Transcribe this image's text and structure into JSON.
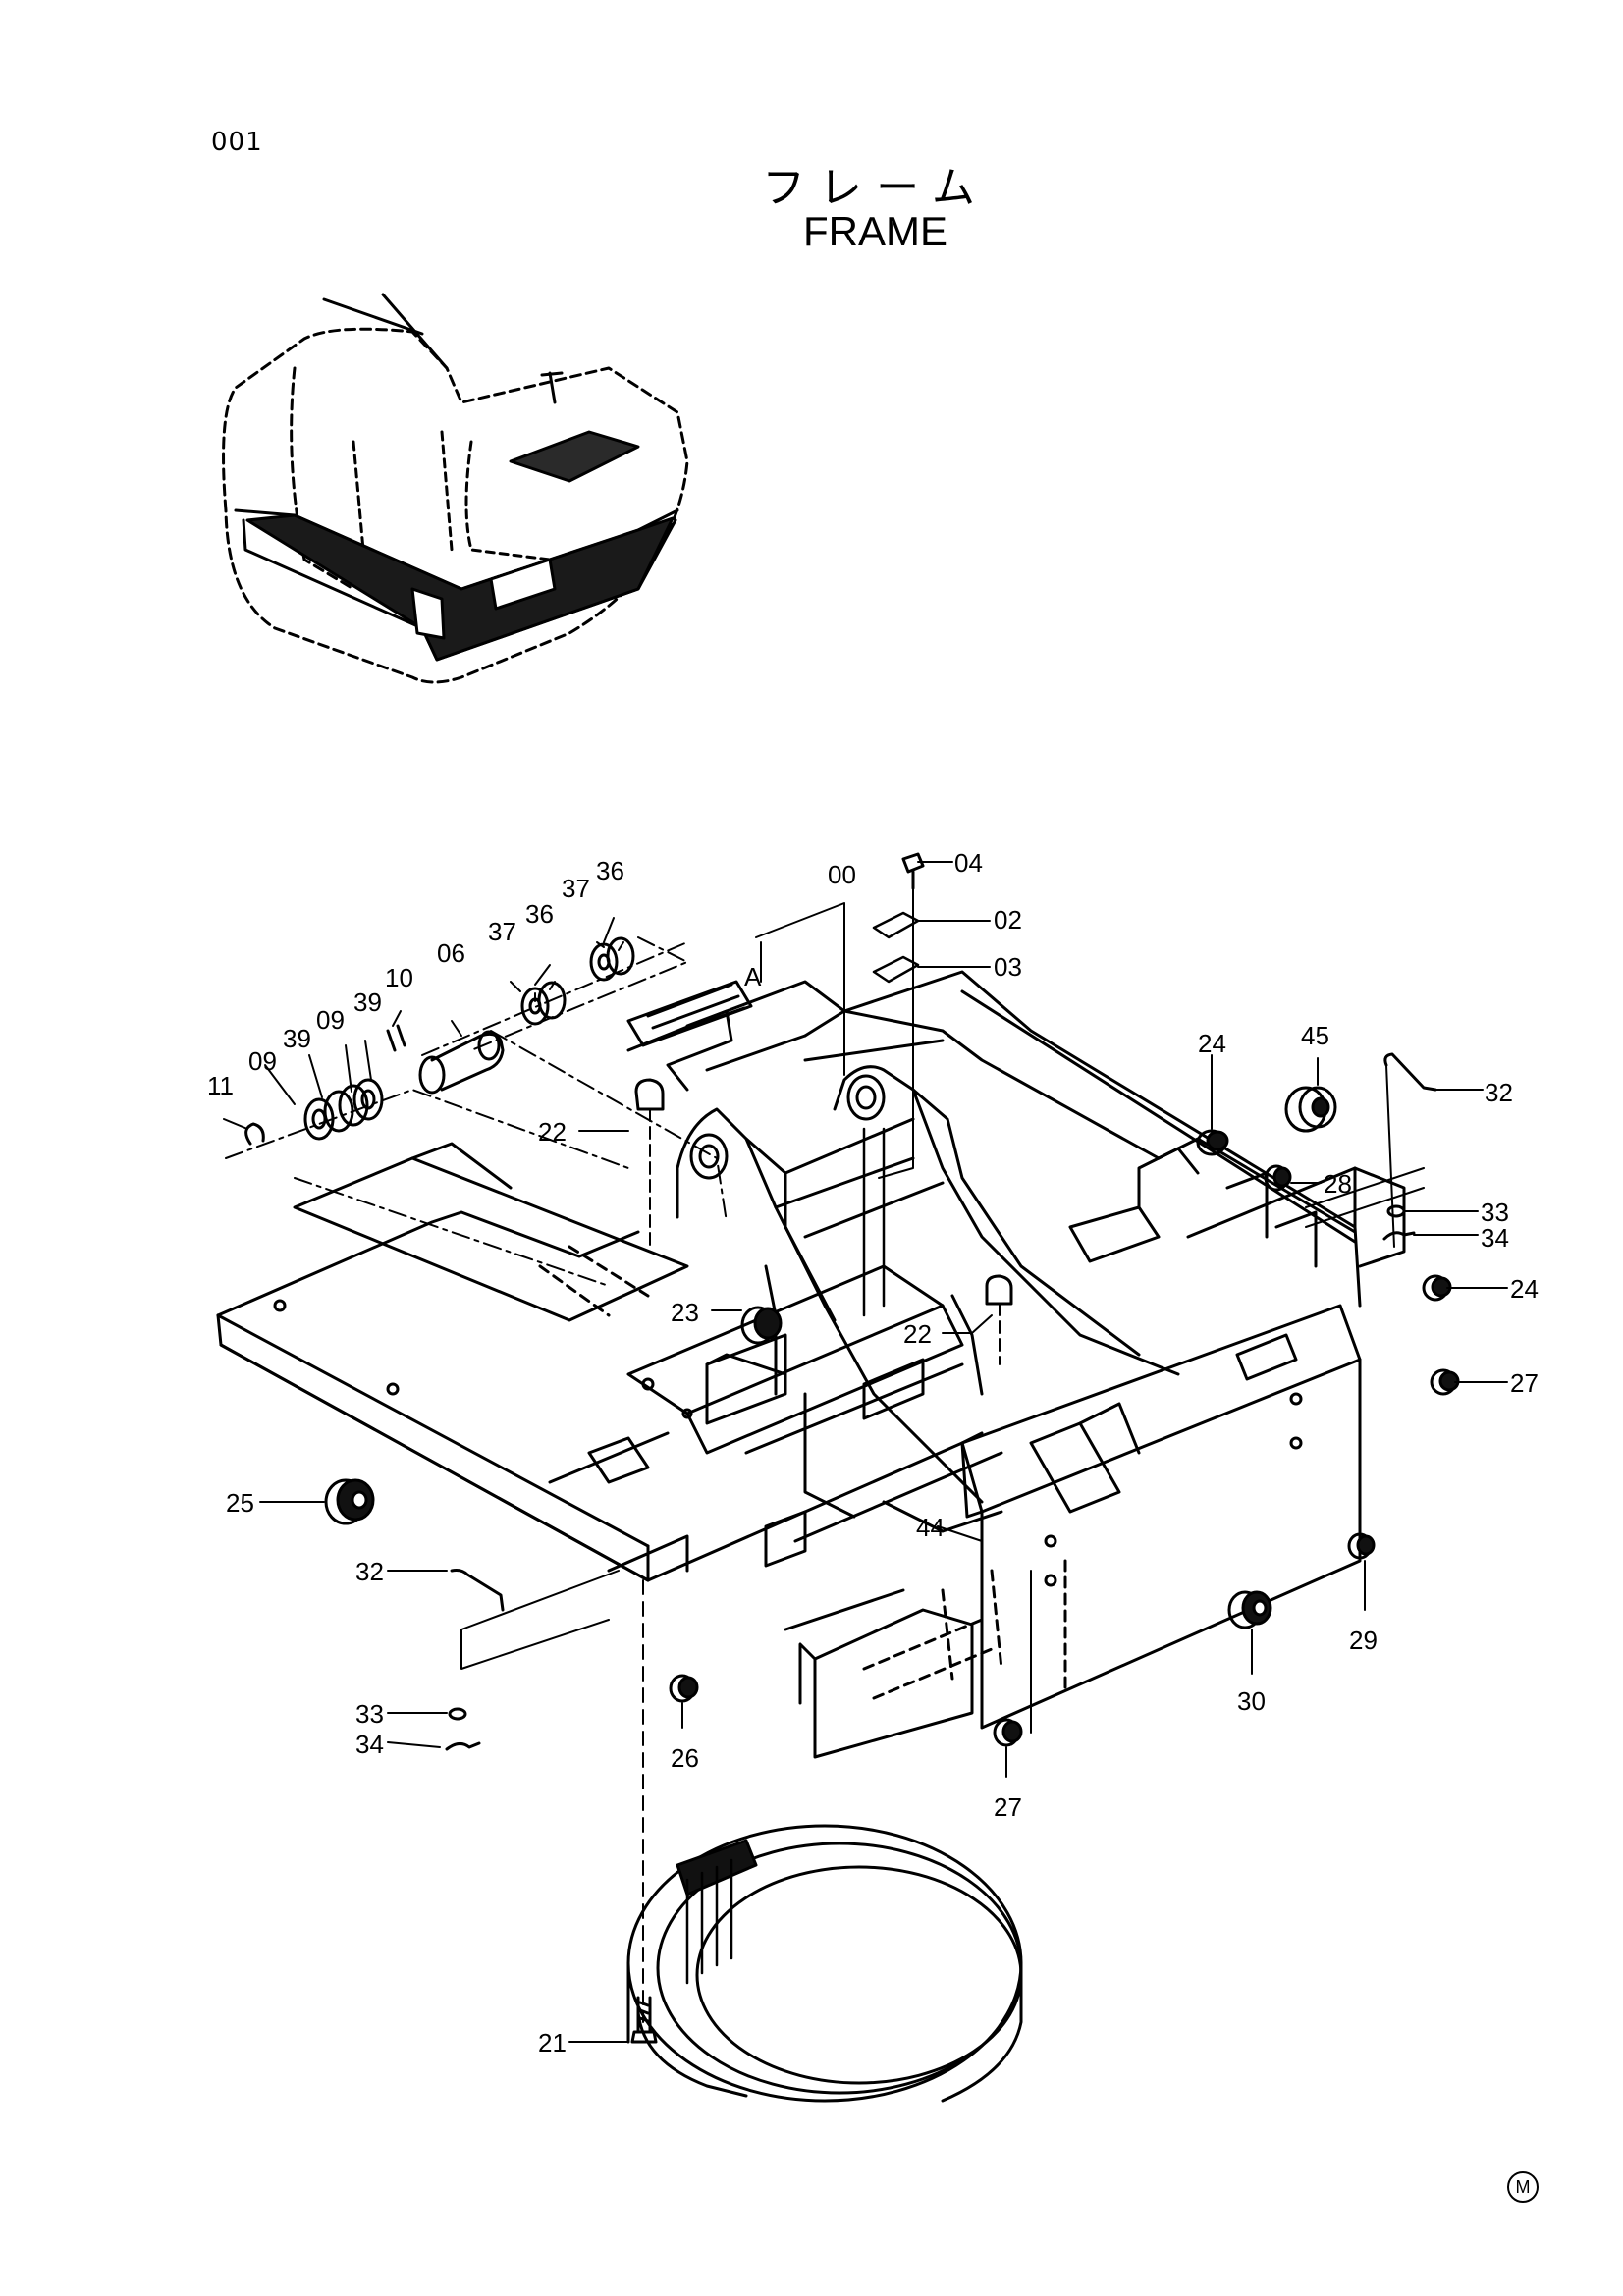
{
  "header": {
    "page_code": "001",
    "title_jp": "フレーム",
    "title_en": "FRAME"
  },
  "callouts": [
    {
      "id": "c00",
      "label": "00"
    },
    {
      "id": "c04",
      "label": "04"
    },
    {
      "id": "c02",
      "label": "02"
    },
    {
      "id": "c03",
      "label": "03"
    },
    {
      "id": "cA",
      "label": "A"
    },
    {
      "id": "c36a",
      "label": "36"
    },
    {
      "id": "c37a",
      "label": "37"
    },
    {
      "id": "c36b",
      "label": "36"
    },
    {
      "id": "c37b",
      "label": "37"
    },
    {
      "id": "c06",
      "label": "06"
    },
    {
      "id": "c10",
      "label": "10"
    },
    {
      "id": "c39a",
      "label": "39"
    },
    {
      "id": "c09a",
      "label": "09"
    },
    {
      "id": "c39b",
      "label": "39"
    },
    {
      "id": "c09b",
      "label": "09"
    },
    {
      "id": "c11",
      "label": "11"
    },
    {
      "id": "c22a",
      "label": "22"
    },
    {
      "id": "c24a",
      "label": "24"
    },
    {
      "id": "c45",
      "label": "45"
    },
    {
      "id": "c32a",
      "label": "32"
    },
    {
      "id": "c28",
      "label": "28"
    },
    {
      "id": "c33a",
      "label": "33"
    },
    {
      "id": "c34a",
      "label": "34"
    },
    {
      "id": "c24b",
      "label": "24"
    },
    {
      "id": "c23",
      "label": "23"
    },
    {
      "id": "c22b",
      "label": "22"
    },
    {
      "id": "c27a",
      "label": "27"
    },
    {
      "id": "c25",
      "label": "25"
    },
    {
      "id": "c44",
      "label": "44"
    },
    {
      "id": "c32b",
      "label": "32"
    },
    {
      "id": "c29",
      "label": "29"
    },
    {
      "id": "c30",
      "label": "30"
    },
    {
      "id": "c33b",
      "label": "33"
    },
    {
      "id": "c34b",
      "label": "34"
    },
    {
      "id": "c26",
      "label": "26"
    },
    {
      "id": "c27b",
      "label": "27"
    },
    {
      "id": "c21",
      "label": "21"
    }
  ],
  "footer": {
    "mark": "M"
  }
}
